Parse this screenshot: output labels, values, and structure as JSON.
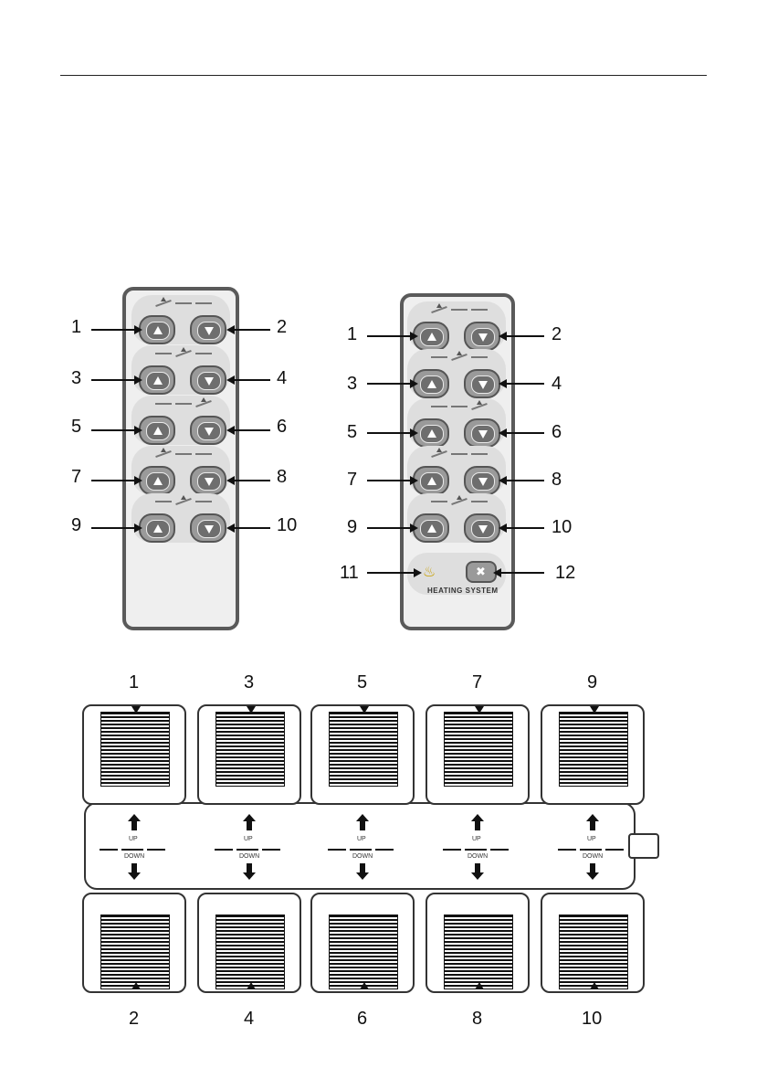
{
  "remote_a": {
    "left_labels": [
      "1",
      "3",
      "5",
      "7",
      "9"
    ],
    "right_labels": [
      "2",
      "4",
      "6",
      "8",
      "10"
    ]
  },
  "remote_b": {
    "left_labels": [
      "1",
      "3",
      "5",
      "7",
      "9",
      "11"
    ],
    "right_labels": [
      "2",
      "4",
      "6",
      "8",
      "10",
      "12"
    ],
    "heating_label": "HEATING SYSTEM"
  },
  "pedal_board": {
    "top_labels": [
      "1",
      "3",
      "5",
      "7",
      "9"
    ],
    "bottom_labels": [
      "2",
      "4",
      "6",
      "8",
      "10"
    ],
    "up_label": "UP",
    "down_label": "DOWN"
  },
  "icons": {
    "up_button": "triangle-up-icon",
    "down_button": "triangle-down-icon",
    "heating": "heat-waves-icon",
    "fan": "fan-icon"
  }
}
